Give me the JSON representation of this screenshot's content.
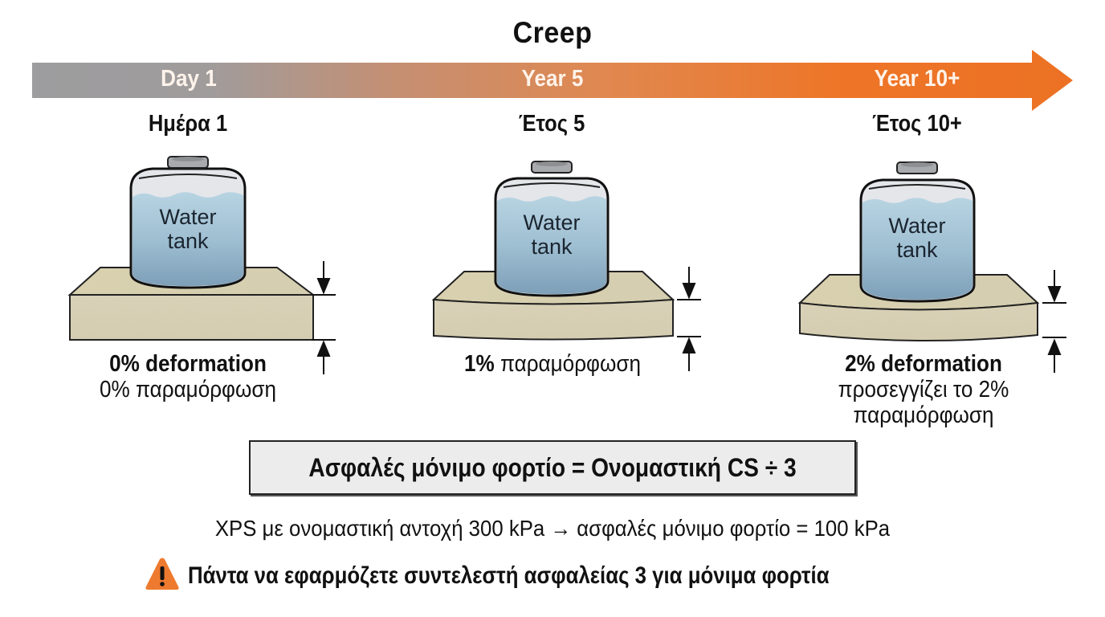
{
  "title": "Creep",
  "timeline": {
    "labels": [
      "Day 1",
      "Year 5",
      "Year 10+"
    ],
    "gradient": {
      "start": "#9c9c9e",
      "mid": "#df8c57",
      "end": "#ef7424"
    }
  },
  "panels": [
    {
      "period": "Ημέρα 1",
      "tank_label_line1": "Water",
      "tank_label_line2": "tank",
      "caption_bold": "0% deformation",
      "caption_line2": "0% παραμόρφωση",
      "caption_line3": "",
      "deformation_percent": 0
    },
    {
      "period": "Έτος 5",
      "tank_label_line1": "Water",
      "tank_label_line2": "tank",
      "caption_bold": "1%",
      "caption_inline": " παραμόρφωση",
      "deformation_percent": 1
    },
    {
      "period": "Έτος 10+",
      "tank_label_line1": "Water",
      "tank_label_line2": "tank",
      "caption_bold": "2% deformation",
      "caption_line2": "προσεγγίζει το 2%",
      "caption_line3": "παραμόρφωση",
      "deformation_percent": 2
    }
  ],
  "formula": "Ασφαλές μόνιμο φορτίο = Ονομαστική CS ÷ 3",
  "example": "XPS με ονομαστική αντοχή 300 kPa → ασφαλές μόνιμο φορτίο = 100 kPa",
  "warning": {
    "icon": "warning-triangle-icon",
    "text": "Πάντα να εφαρμόζετε συντελεστή ασφαλείας 3 για μόνιμα φορτία",
    "color": "#ee7a2f"
  },
  "colors": {
    "slab_top": "#d9d2b4",
    "slab_front": "#dcd4b8",
    "water": "#8fb3c8",
    "tank_glass": "#e3e6ea",
    "cap": "#a9abae"
  }
}
